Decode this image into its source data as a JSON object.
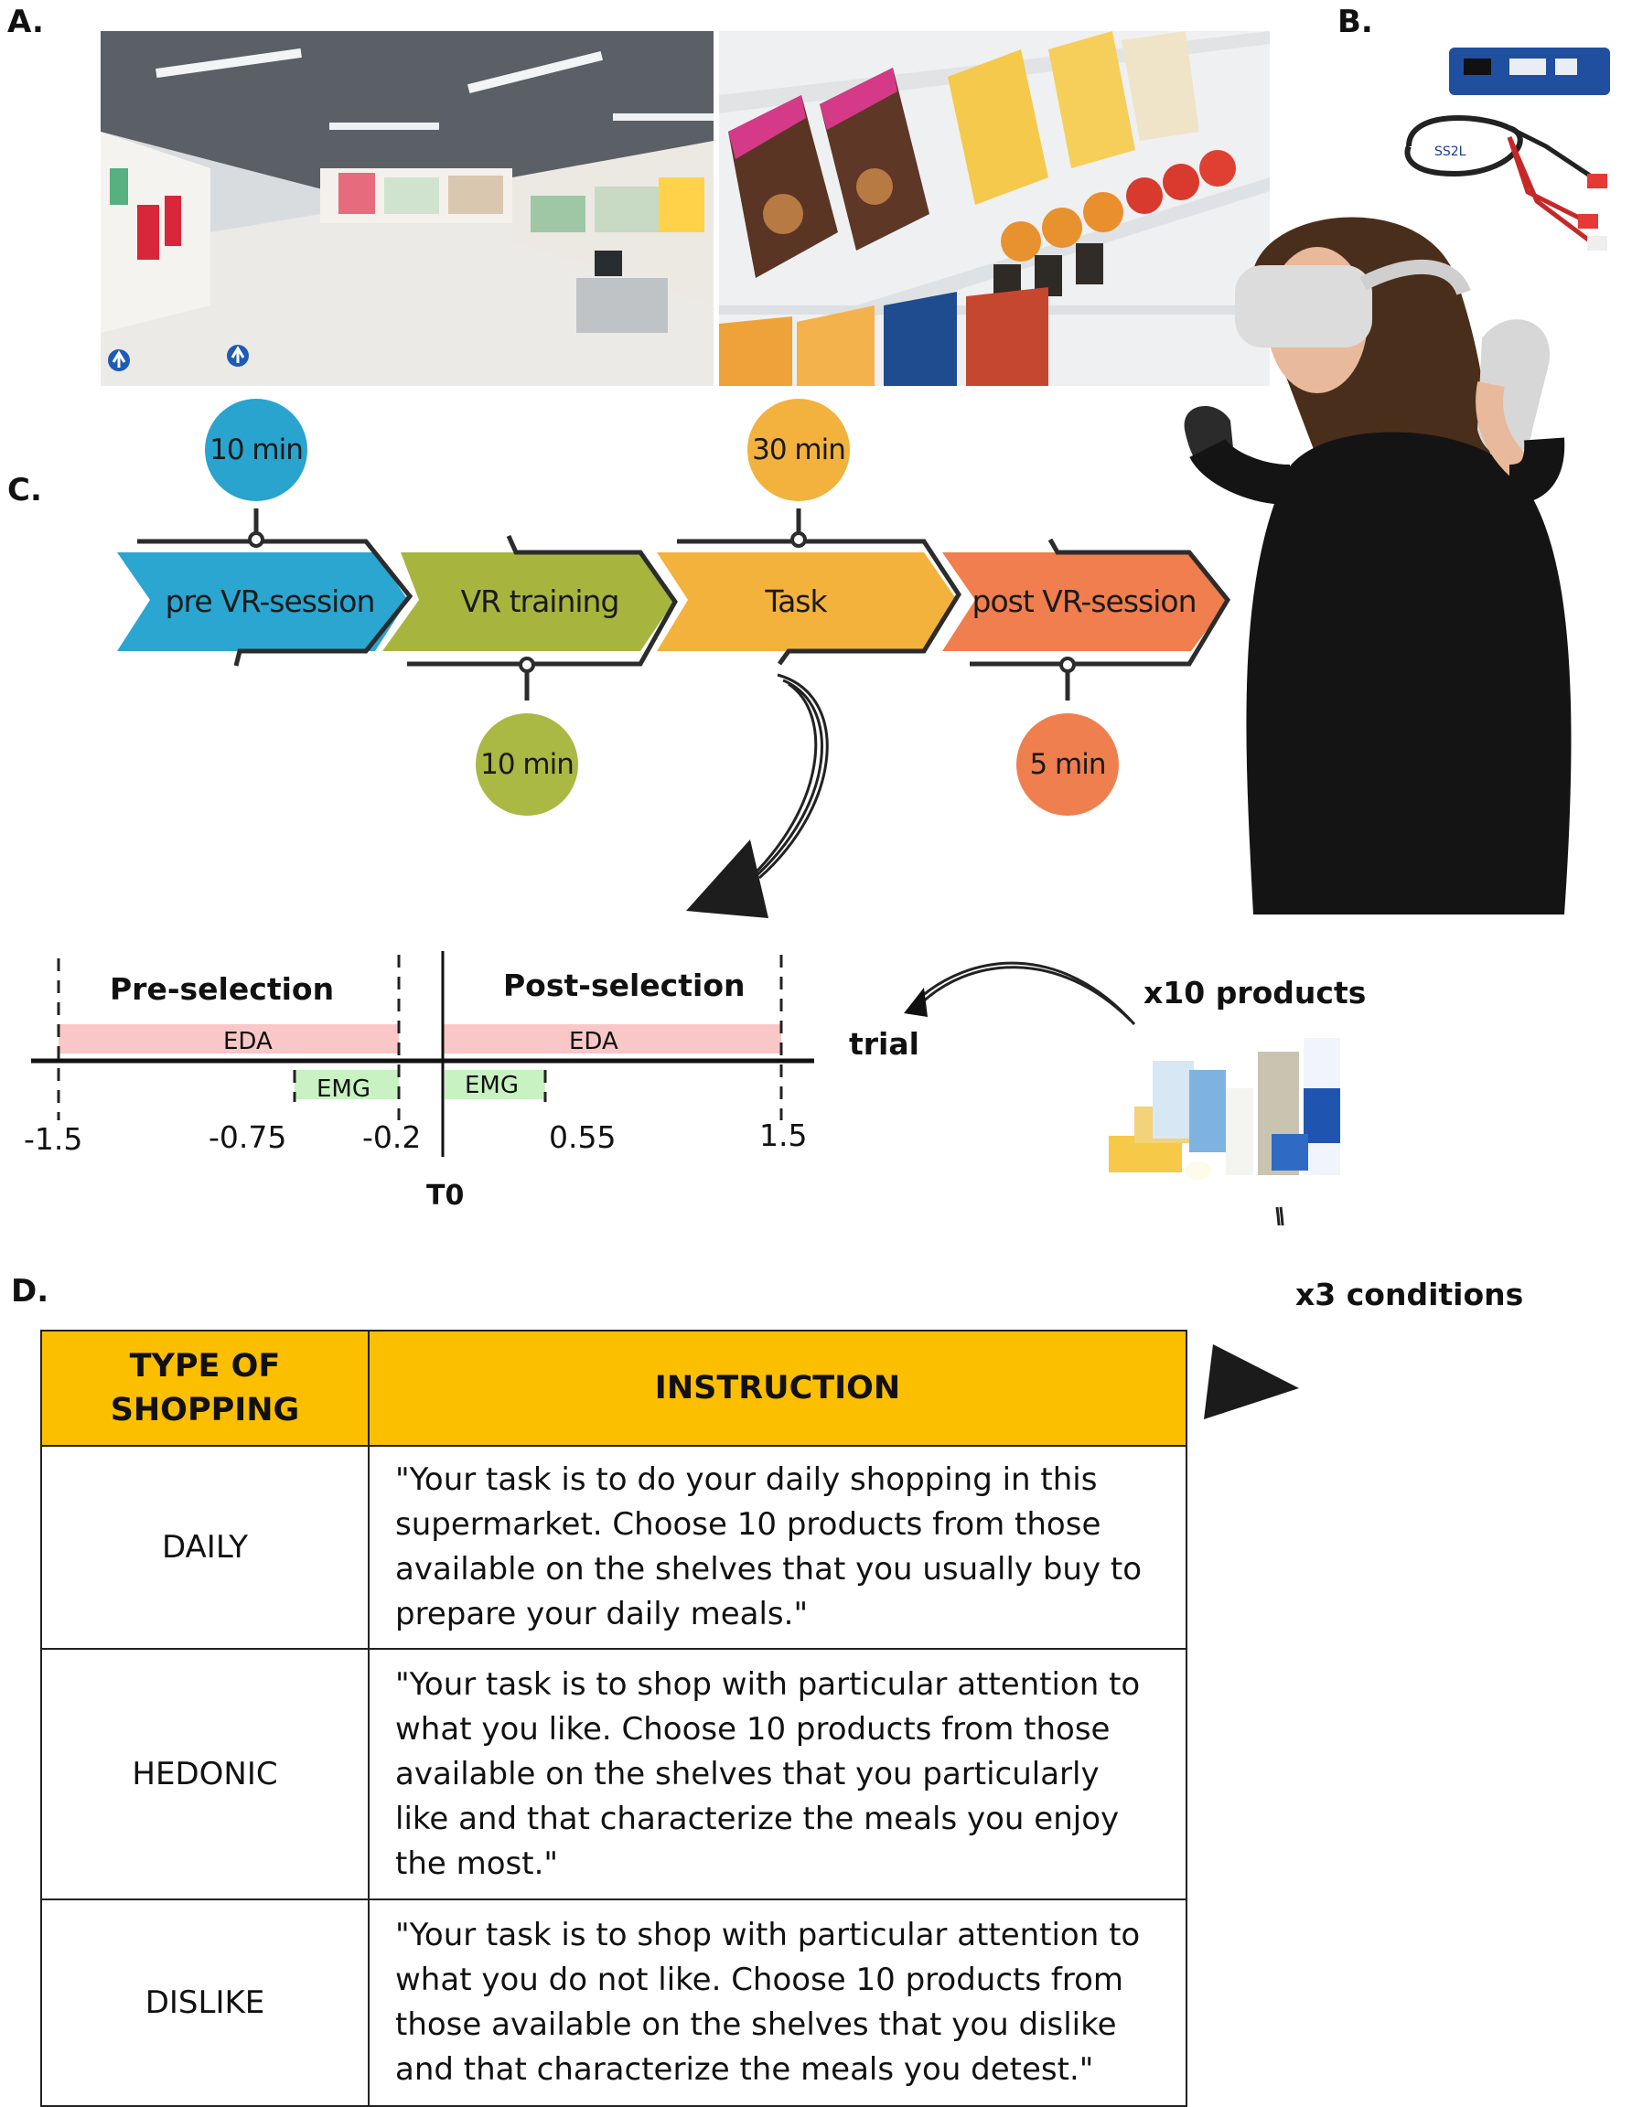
{
  "panels": {
    "a": "A.",
    "b": "B.",
    "c": "C.",
    "d": "D."
  },
  "device_label": "SS2L",
  "timeline": {
    "phases": [
      {
        "label": "pre VR-session",
        "duration": "10 min",
        "color": "#2aa6d0",
        "circle_color": "#28a4cf"
      },
      {
        "label": "VR training",
        "duration": "10 min",
        "color": "#a7b53f",
        "circle_color": "#aab844"
      },
      {
        "label": "Task",
        "duration": "30 min",
        "color": "#f3b23c",
        "circle_color": "#f2b23d"
      },
      {
        "label": "post VR-session",
        "duration": "5 min",
        "color": "#f07e4e",
        "circle_color": "#ef7f4f"
      }
    ]
  },
  "trial": {
    "pre_label": "Pre-selection",
    "post_label": "Post-selection",
    "eda_label": "EDA",
    "emg_label": "EMG",
    "ticks": [
      "-1.5",
      "-0.75",
      "-0.2",
      "0.55",
      "1.5"
    ],
    "t0": "T0",
    "trial_label": "trial",
    "products_label": "x10 products",
    "conditions_label": "x3 conditions",
    "eda_color": "#f9c7c7",
    "emg_color": "#c8f2c2"
  },
  "table": {
    "headers": [
      "TYPE OF SHOPPING",
      "INSTRUCTION"
    ],
    "rows": [
      {
        "type": "DAILY",
        "instruction": "\"Your task is to do your daily shopping in this supermarket. Choose 10 products from those available on the shelves that you usually buy to prepare your daily meals.\""
      },
      {
        "type": "HEDONIC",
        "instruction": "\"Your task is to shop with particular attention to what you like. Choose 10 products from those available on the shelves that you particularly like and that characterize the meals you enjoy the most.\""
      },
      {
        "type": "DISLIKE",
        "instruction": "\"Your task is to shop with particular attention to what you do not like. Choose 10 products from those available on the shelves that you dislike and that characterize the meals you detest.\""
      }
    ],
    "header_color": "#fcbf00"
  }
}
